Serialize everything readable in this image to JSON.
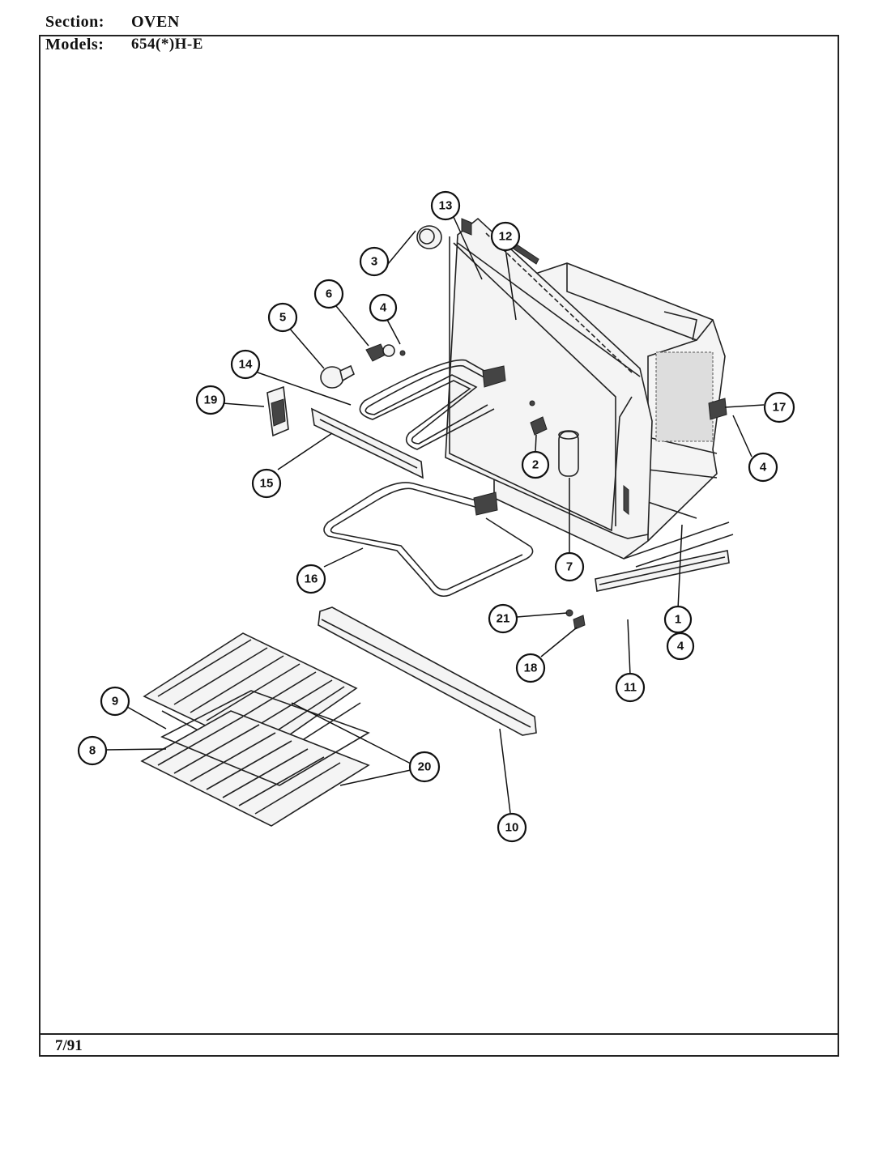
{
  "header": {
    "section_label": "Section:",
    "section_value": "OVEN",
    "models_label": "Models:",
    "models_value": "654(*)H-E"
  },
  "footer": {
    "date": "7/91"
  },
  "callouts": [
    "1",
    "2",
    "3",
    "4",
    "4",
    "4",
    "5",
    "6",
    "7",
    "8",
    "9",
    "10",
    "11",
    "12",
    "13",
    "14",
    "15",
    "16",
    "17",
    "18",
    "19",
    "20",
    "21"
  ]
}
